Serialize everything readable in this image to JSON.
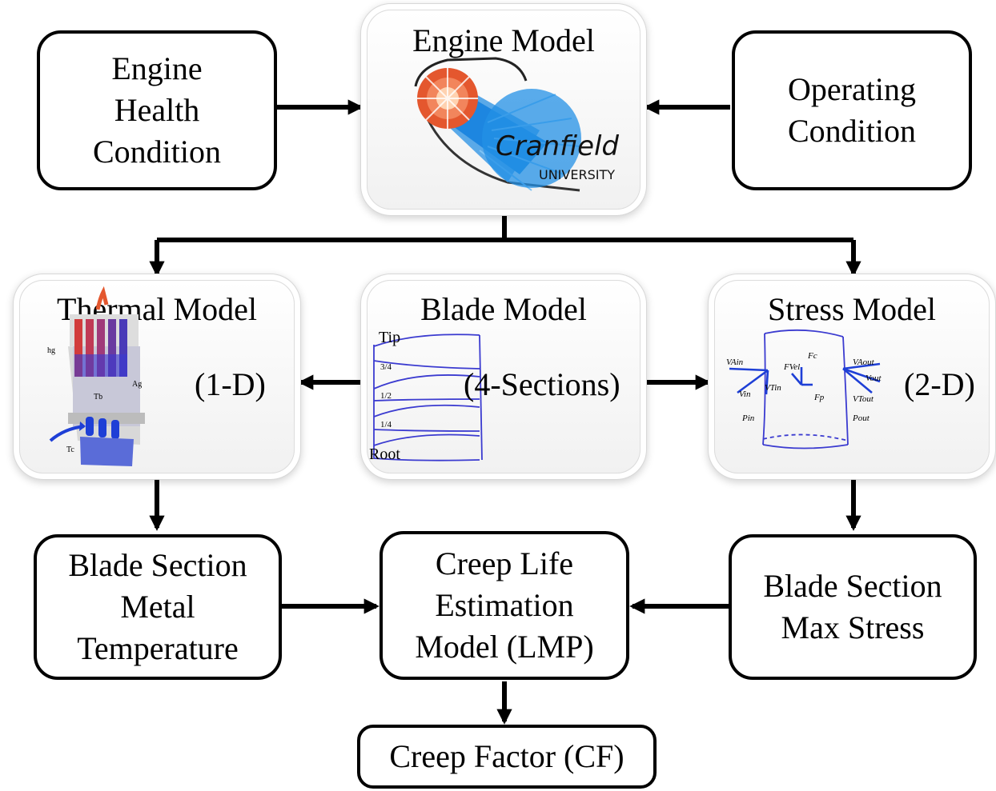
{
  "inputs": {
    "engine_health": "Engine\nHealth\nCondition",
    "operating": "Operating\nCondition"
  },
  "engine_model": {
    "title": "Engine Model",
    "logo_text": "Cranfield",
    "logo_subtext": "UNIVERSITY"
  },
  "thermal_model": {
    "title": "Thermal Model",
    "tag": "(1-D)",
    "labels": {
      "hg": "hg",
      "ag": "Ag",
      "tb": "Tb",
      "tc": "Tc"
    }
  },
  "blade_model": {
    "title": "Blade Model",
    "tag": "(4-Sections)",
    "labels": {
      "tip": "Tip",
      "root": "Root",
      "f34": "3/4",
      "f12": "1/2",
      "f14": "1/4"
    }
  },
  "stress_model": {
    "title": "Stress Model",
    "tag": "(2-D)",
    "labels": {
      "vain": "VAin",
      "vin": "Vin",
      "vtin": "VTin",
      "pin": "Pin",
      "fvel": "FVel",
      "fc": "Fc",
      "fp": "Fp",
      "vaout": "VAout",
      "vout": "Vout",
      "vtout": "VTout",
      "pout": "Pout"
    }
  },
  "outputs": {
    "metal_temp": "Blade Section\nMetal\nTemperature",
    "creep_life": "Creep Life\nEstimation\nModel (LMP)",
    "max_stress": "Blade Section\nMax Stress",
    "creep_factor": "Creep Factor (CF)"
  }
}
